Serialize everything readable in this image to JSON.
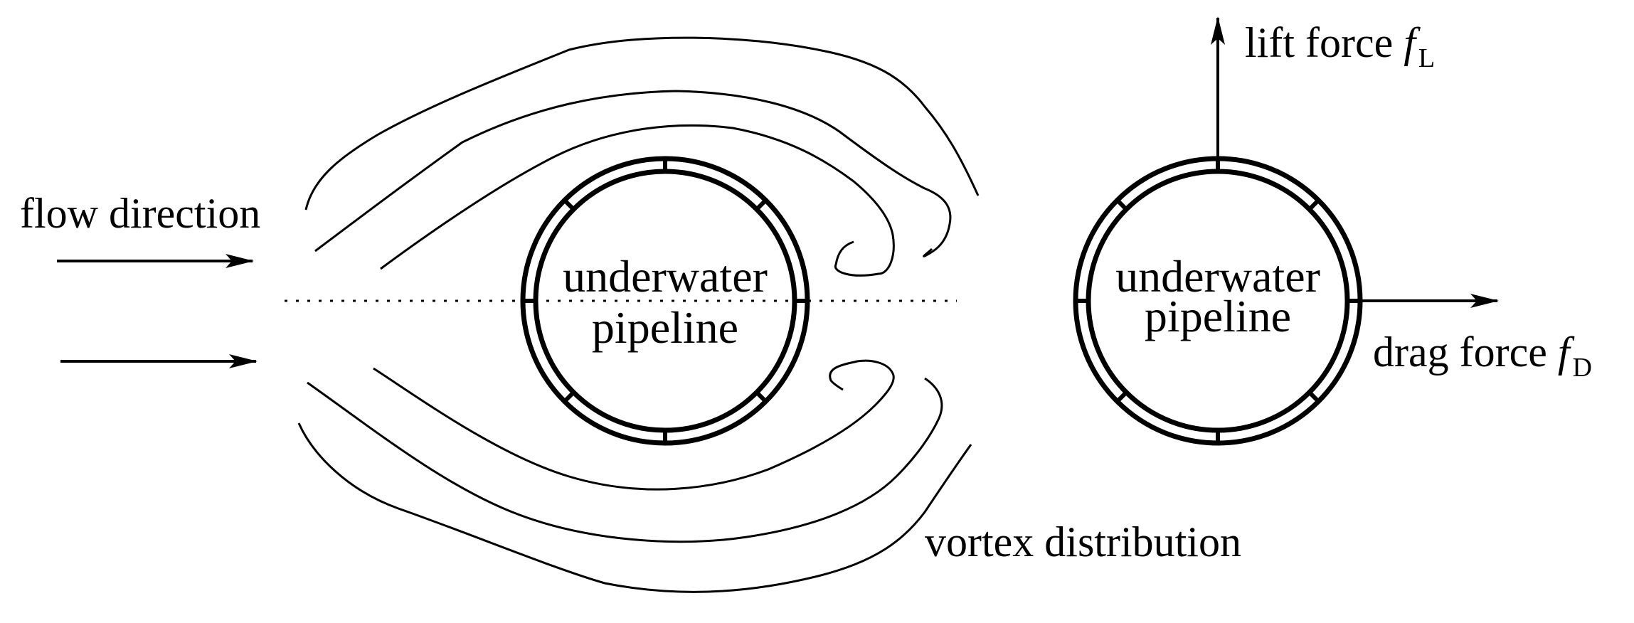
{
  "labels": {
    "flow_direction": "flow direction",
    "vortex_distribution": "vortex distribution",
    "lift_force": "lift force ",
    "lift_symbol": "f",
    "lift_subscript": "L",
    "drag_force": "drag force ",
    "drag_symbol": "f",
    "drag_subscript": "D"
  },
  "left_pipe": {
    "line1": "underwater",
    "line2": "pipeline"
  },
  "right_pipe": {
    "line1": "underwater",
    "line2": "pipeline"
  },
  "colors": {
    "ink": "#000000",
    "background": "#ffffff"
  }
}
